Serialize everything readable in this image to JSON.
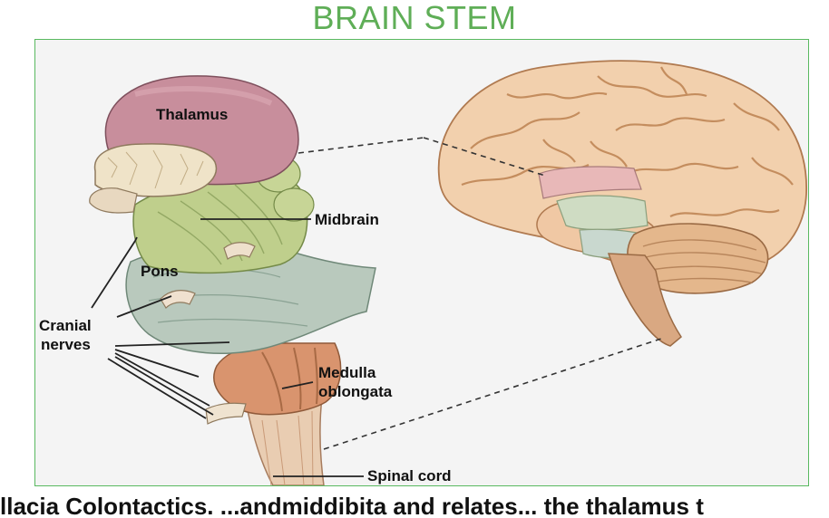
{
  "title": "BRAIN STEM",
  "labels": {
    "thalamus": "Thalamus",
    "midbrain": "Midbrain",
    "pons": "Pons",
    "cranial_nerves_line1": "Cranial",
    "cranial_nerves_line2": "nerves",
    "medulla_line1": "Medulla",
    "medulla_line2": "oblongata",
    "spinal_cord": "Spinal cord"
  },
  "caption_partial": "llacia Colontactics. ...andmiddibita and relates... the thalamus t",
  "colors": {
    "title": "#5fae57",
    "frame_border": "#59b960",
    "thalamus": "#c88e9c",
    "midbrain": "#bfcf8c",
    "pons": "#b9c9bd",
    "medulla": "#d9946e",
    "cerebrum": "#f2d0ad",
    "cerebellum": "#e4b78c"
  }
}
